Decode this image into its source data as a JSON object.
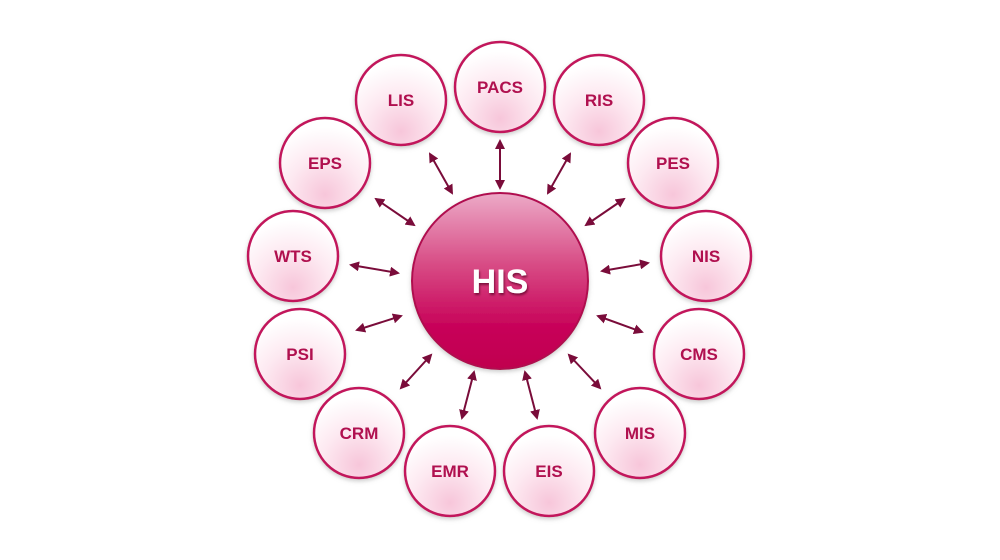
{
  "hub": {
    "label": "HIS"
  },
  "nodes": [
    {
      "id": "lis",
      "label": "LIS"
    },
    {
      "id": "pacs",
      "label": "PACS"
    },
    {
      "id": "ris",
      "label": "RIS"
    },
    {
      "id": "pes",
      "label": "PES"
    },
    {
      "id": "nis",
      "label": "NIS"
    },
    {
      "id": "cms",
      "label": "CMS"
    },
    {
      "id": "mis",
      "label": "MIS"
    },
    {
      "id": "eis",
      "label": "EIS"
    },
    {
      "id": "emr",
      "label": "EMR"
    },
    {
      "id": "crm",
      "label": "CRM"
    },
    {
      "id": "psi",
      "label": "PSI"
    },
    {
      "id": "wts",
      "label": "WTS"
    },
    {
      "id": "eps",
      "label": "EPS"
    }
  ],
  "colors": {
    "node_stroke": "#c2185b",
    "node_text": "#b0104f",
    "arrow": "#7a0c3a",
    "hub_top": "#e8a0c0",
    "hub_bottom": "#c2004f"
  }
}
